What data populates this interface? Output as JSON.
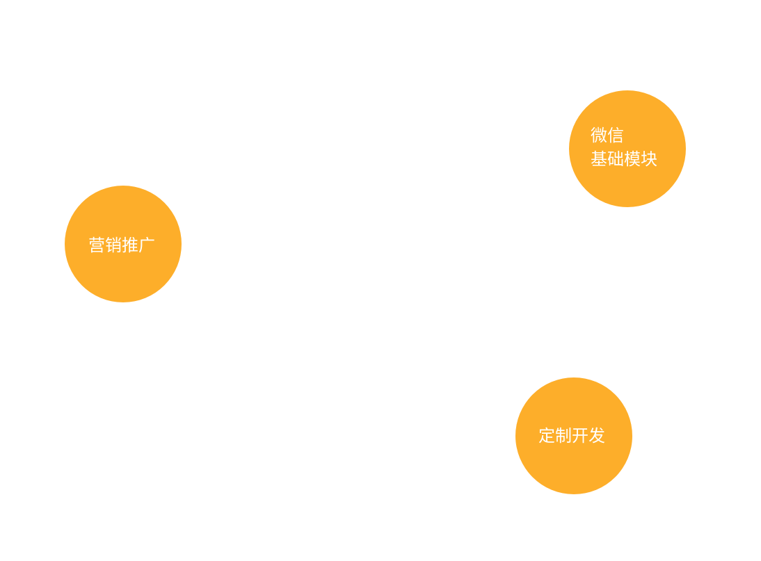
{
  "colors": {
    "background": "#ffffff",
    "node_fill": "#FDAE2A",
    "node_text": "#ffffff"
  },
  "nodes": {
    "marketing": {
      "label": "营销推广"
    },
    "wechat": {
      "line1": "微信",
      "line2": "基础模块"
    },
    "custom": {
      "label": "定制开发"
    }
  }
}
